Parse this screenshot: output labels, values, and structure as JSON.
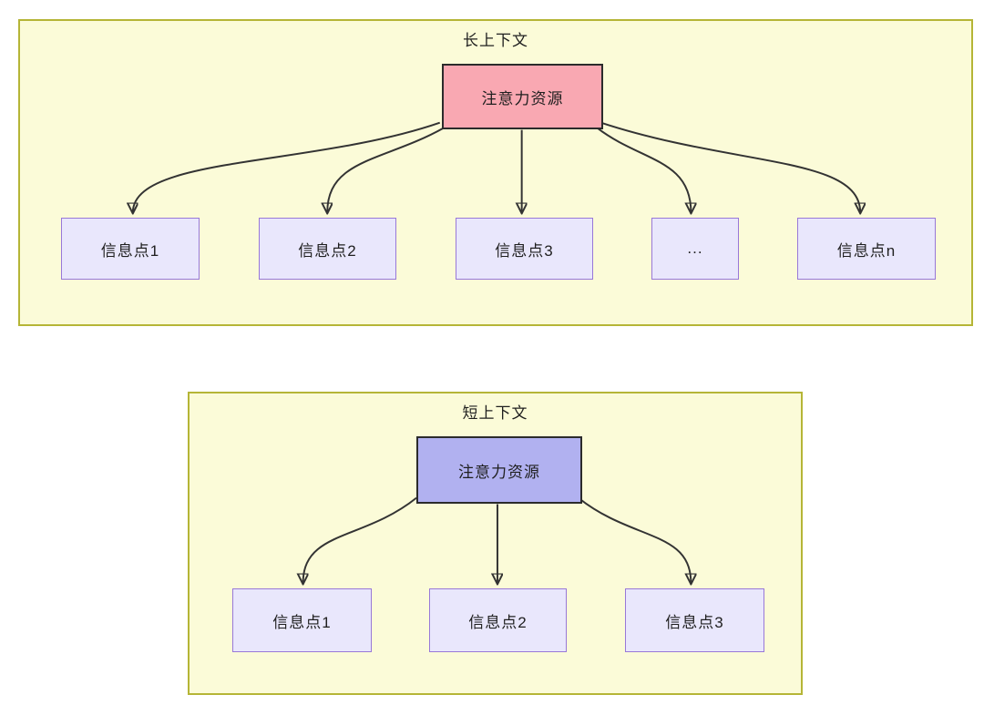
{
  "colors": {
    "page_background": "#ffffff",
    "group_fill": "#fbfbd8",
    "group_border": "#b5b536",
    "attention_long_fill": "#f9a8b2",
    "attention_short_fill": "#b1b1f0",
    "attention_border": "#2b2b2b",
    "info_node_fill": "#e9e7fc",
    "info_node_border": "#9878d8",
    "arrow_color": "#333333",
    "text_color": "#1f1f1f"
  },
  "diagrams": [
    {
      "title": "长上下文",
      "attention_label": "注意力资源",
      "nodes": [
        {
          "label": "信息点1"
        },
        {
          "label": "信息点2"
        },
        {
          "label": "信息点3"
        },
        {
          "label": "..."
        },
        {
          "label": "信息点n"
        }
      ]
    },
    {
      "title": "短上下文",
      "attention_label": "注意力资源",
      "nodes": [
        {
          "label": "信息点1"
        },
        {
          "label": "信息点2"
        },
        {
          "label": "信息点3"
        }
      ]
    }
  ]
}
